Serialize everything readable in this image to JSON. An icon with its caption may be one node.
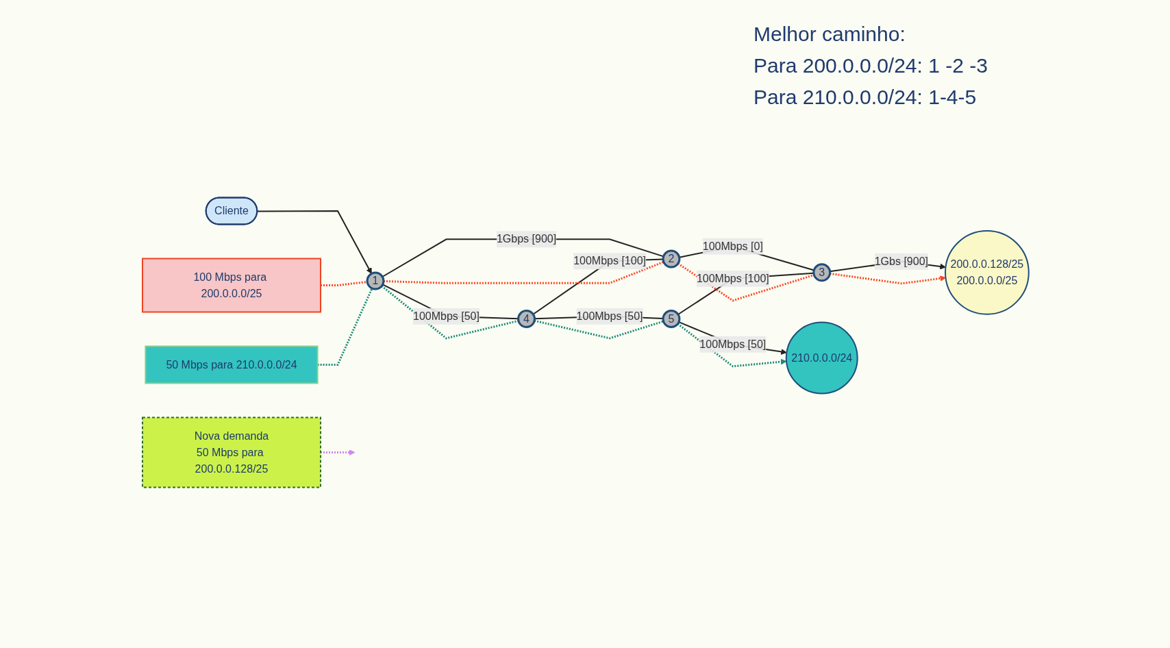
{
  "diagram": {
    "nodes": [
      {
        "text": [
          "Nova demanda",
          "50 Mbps para 200.0.0.128/25"
        ]
      },
      {
        "text": [
          "100 Mbps para 200.0.0.0/25"
        ]
      },
      {
        "text": [
          "Cliente"
        ]
      },
      {
        "text": [
          "50 Mbps para 210.0.0.0/24"
        ]
      },
      {
        "text": [
          "1"
        ]
      },
      {
        "text": [
          "2"
        ]
      },
      {
        "text": [
          "4"
        ]
      },
      {
        "text": [
          "3"
        ]
      },
      {
        "text": [
          "5"
        ]
      },
      {
        "text": [
          "200.0.0.128/25",
          "200.0.0.0/25"
        ]
      },
      {
        "text": [
          "210.0.0.0/24"
        ]
      }
    ],
    "edges": [
      {
        "from": 2,
        "to": 4,
        "arrow": "to"
      },
      {
        "from": 4,
        "to": 5,
        "arrow": "none",
        "label": "1Gbps [900]"
      },
      {
        "from": 4,
        "to": 6,
        "arrow": "none",
        "label": "100Mbps [50]"
      },
      {
        "from": 6,
        "to": 5,
        "arrow": "none",
        "label": "100Mbps [100]"
      },
      {
        "from": 5,
        "to": 7,
        "arrow": "none",
        "label": "100Mbps [0]"
      },
      {
        "from": 6,
        "to": 8,
        "arrow": "none",
        "label": "100Mbps [50]"
      },
      {
        "from": 8,
        "to": 7,
        "arrow": "none",
        "label": "100Mbps [100]"
      },
      {
        "from": 7,
        "to": 9,
        "arrow": "to",
        "label": "1Gbs [900]"
      },
      {
        "from": 8,
        "to": 10,
        "arrow": "to",
        "label": "100Mbps [50]"
      },
      {
        "from": 1,
        "to": 4,
        "arrow": "none",
        "style": "dashed",
        "color": "#ff4422"
      },
      {
        "from": 4,
        "to": 5,
        "arrow": "none",
        "style": "dashed",
        "color": "#ff4422"
      },
      {
        "from": 5,
        "to": 7,
        "arrow": "none",
        "style": "dashed",
        "color": "#ff4422"
      },
      {
        "from": 7,
        "to": 9,
        "arrow": "to",
        "style": "dashed",
        "color": "#ff4422"
      },
      {
        "from": 3,
        "to": 4,
        "arrow": "none",
        "style": "dashed",
        "color": "#1a8a7a"
      },
      {
        "from": 4,
        "to": 6,
        "arrow": "none",
        "style": "dashed",
        "color": "#1a8a7a"
      },
      {
        "from": 6,
        "to": 8,
        "arrow": "none",
        "style": "dashed",
        "color": "#1a8a7a"
      },
      {
        "from": 8,
        "to": 10,
        "arrow": "to",
        "style": "dashed",
        "color": "#1a8a7a"
      },
      {
        "from": 0,
        "to": null,
        "arrow": "to",
        "style": "dashed",
        "color": "#cc88ee"
      }
    ],
    "labels": [
      "Melhor caminho:",
      "Para 200.0.0.0/24: 1 -2 -3",
      "Para 210.0.0.0/24: 1-4-5"
    ]
  }
}
